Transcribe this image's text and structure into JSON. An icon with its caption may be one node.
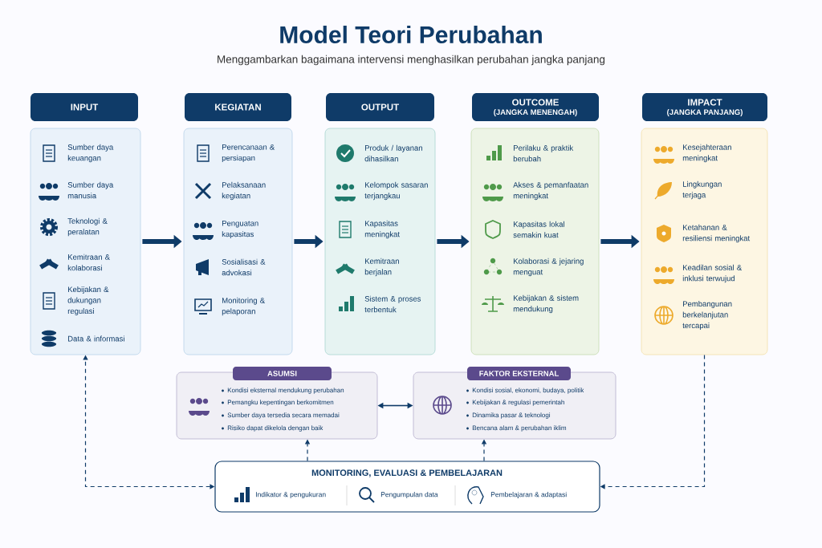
{
  "diagram": {
    "title": "Model Teori Perubahan",
    "caption": "Menggambarkan bagaimana intervensi menghasilkan perubahan jangka panjang",
    "nodes": [
      {
        "text": [
          "INPUT",
          "Sumber daya keuangan",
          "Sumber daya manusia",
          "Teknologi & peralatan",
          "Kemitraan & kolaborasi",
          "Kebijakan & dukungan regulasi",
          "Data & informasi"
        ]
      },
      {
        "text": [
          "KEGIATAN",
          "Perencanaan & persiapan",
          "Pelaksanaan kegiatan",
          "Penguatan kapasitas",
          "Sosialisasi & advokasi",
          "Monitoring & pelaporan"
        ]
      },
      {
        "text": [
          "OUTPUT",
          "Produk / layanan dihasilkan",
          "Kelompok sasaran terjangkau",
          "Kapasitas meningkat",
          "Kemitraan berjalan",
          "Sistem & proses terbentuk"
        ]
      },
      {
        "text": [
          "OUTCOME",
          "(JANGKA MENENGAH)",
          "Perilaku & praktik berubah",
          "Akses & pemanfaatan meningkat",
          "Kapasitas lokal semakin kuat",
          "Kolaborasi & jejaring menguat",
          "Kebijakan & sistem mendukung"
        ]
      },
      {
        "text": [
          "IMPACT",
          "(JANGKA PANJANG)",
          "Kesejahteraan meningkat",
          "Lingkungan terjaga",
          "Ketahanan & resiliensi meningkat",
          "Keadilan sosial & inklusi terwujud",
          "Pembangunan berkelanjutan tercapai"
        ]
      },
      {
        "text": [
          "ASUMSI",
          "Kondisi eksternal mendukung perubahan",
          "Pemangku kepentingan berkomitmen",
          "Sumber daya tersedia secara memadai",
          "Risiko dapat dikelola dengan baik"
        ]
      },
      {
        "text": [
          "FAKTOR EKSTERNAL",
          "Kondisi sosial, ekonomi, budaya, politik",
          "Kebijakan & regulasi pemerintah",
          "Dinamika pasar & teknologi",
          "Bencana alam & perubahan iklim"
        ]
      },
      {
        "text": [
          "MONITORING, EVALUASI & PEMBELAJARAN",
          "Indikator & pengukuran",
          "Pengumpulan data",
          "Pembelajaran & adaptasi"
        ]
      }
    ],
    "edges": [
      {
        "from": 0,
        "to": 1,
        "arrow": "to",
        "style": "thick"
      },
      {
        "from": 1,
        "to": 2,
        "arrow": "to",
        "style": "thick"
      },
      {
        "from": 2,
        "to": 3,
        "arrow": "to",
        "style": "thick"
      },
      {
        "from": 3,
        "to": 4,
        "arrow": "to",
        "style": "thick"
      },
      {
        "from": 5,
        "to": 6,
        "arrow": "both"
      },
      {
        "from": 7,
        "to": 5,
        "arrow": "to",
        "style": "dashed"
      },
      {
        "from": 7,
        "to": 6,
        "arrow": "to",
        "style": "dashed"
      },
      {
        "from": 7,
        "to": 0,
        "arrow": "both",
        "style": "dashed"
      },
      {
        "from": 4,
        "to": 7,
        "arrow": "to",
        "style": "dashed"
      }
    ]
  }
}
